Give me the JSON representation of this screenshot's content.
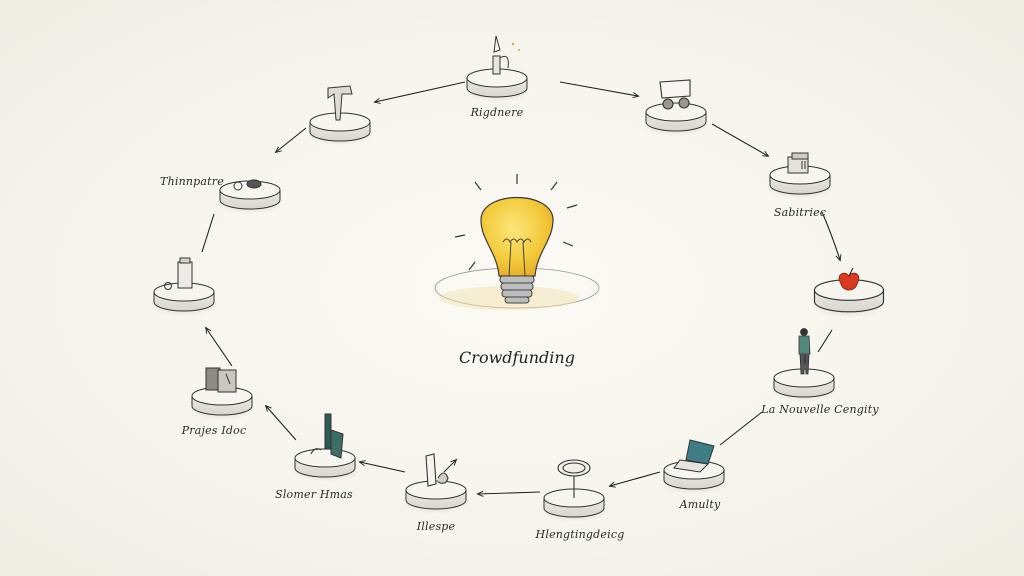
{
  "diagram": {
    "type": "cycle",
    "style": "hand-drawn sketch",
    "center": {
      "label": "Crowdfunding",
      "icon": "lightbulb-icon",
      "color": "#f5cd3a"
    },
    "nodes": [
      {
        "id": "top",
        "label": "Rigdnere",
        "icon": "microphone-icon"
      },
      {
        "id": "top-right",
        "label": "",
        "icon": "presentation-board-icon"
      },
      {
        "id": "right-upper",
        "label": "Sabitriec",
        "icon": "box-icon"
      },
      {
        "id": "right",
        "label": "",
        "icon": "apple-icon",
        "accent": "#d93a1f"
      },
      {
        "id": "right-lower",
        "label": "La Nouvelle Cengity",
        "icon": "person-icon",
        "accent": "#4f8a7d"
      },
      {
        "id": "bottom-right",
        "label": "Amulty",
        "icon": "laptop-icon",
        "accent": "#3f7d84"
      },
      {
        "id": "bottom-center-right",
        "label": "Hlengtingdeicg",
        "icon": "magnifier-stand-icon"
      },
      {
        "id": "bottom-center-left",
        "label": "Illespe",
        "icon": "phone-stand-icon"
      },
      {
        "id": "bottom-left",
        "label": "Slomer Hmas",
        "icon": "green-panel-icon",
        "accent": "#2f5b55"
      },
      {
        "id": "left-lower",
        "label": "Prajes Idoc",
        "icon": "case-icon"
      },
      {
        "id": "left",
        "label": "",
        "icon": "fuel-can-icon"
      },
      {
        "id": "left-upper",
        "label": "Thinnpatre",
        "icon": "clock-icon"
      },
      {
        "id": "top-left",
        "label": "",
        "icon": "seven-sculpture-icon"
      }
    ]
  }
}
